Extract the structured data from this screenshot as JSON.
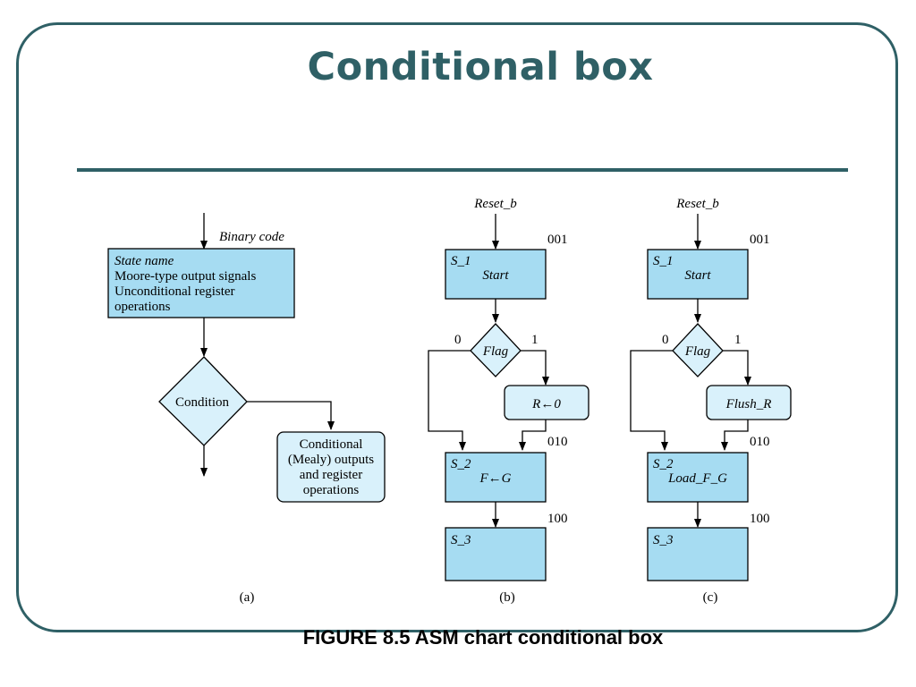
{
  "slide": {
    "title": "Conditional box",
    "caption": "FIGURE 8.5 ASM chart conditional box"
  },
  "colors": {
    "accent": "#2f6066",
    "state_box": "#a6dcf2",
    "conditional_box": "#d9f1fb",
    "decision_box": "#d9f1fb"
  },
  "panel_a": {
    "label": "(a)",
    "binary_code": "Binary code",
    "state_lines": [
      "State name",
      "Moore-type output signals",
      "Unconditional register",
      "operations"
    ],
    "condition": "Condition",
    "cond_box_lines": [
      "Conditional",
      "(Mealy) outputs",
      "and register",
      "operations"
    ]
  },
  "panel_b": {
    "label": "(b)",
    "reset": "Reset_b",
    "s1_name": "S_1",
    "s1_code": "001",
    "s1_text": "Start",
    "decision": "Flag",
    "branch0": "0",
    "branch1": "1",
    "cond_text": "R←0",
    "s2_name": "S_2",
    "s2_code": "010",
    "s2_text": "F←G",
    "s3_name": "S_3",
    "s3_code": "100"
  },
  "panel_c": {
    "label": "(c)",
    "reset": "Reset_b",
    "s1_name": "S_1",
    "s1_code": "001",
    "s1_text": "Start",
    "decision": "Flag",
    "branch0": "0",
    "branch1": "1",
    "cond_text": "Flush_R",
    "s2_name": "S_2",
    "s2_code": "010",
    "s2_text": "Load_F_G",
    "s3_name": "S_3",
    "s3_code": "100"
  }
}
